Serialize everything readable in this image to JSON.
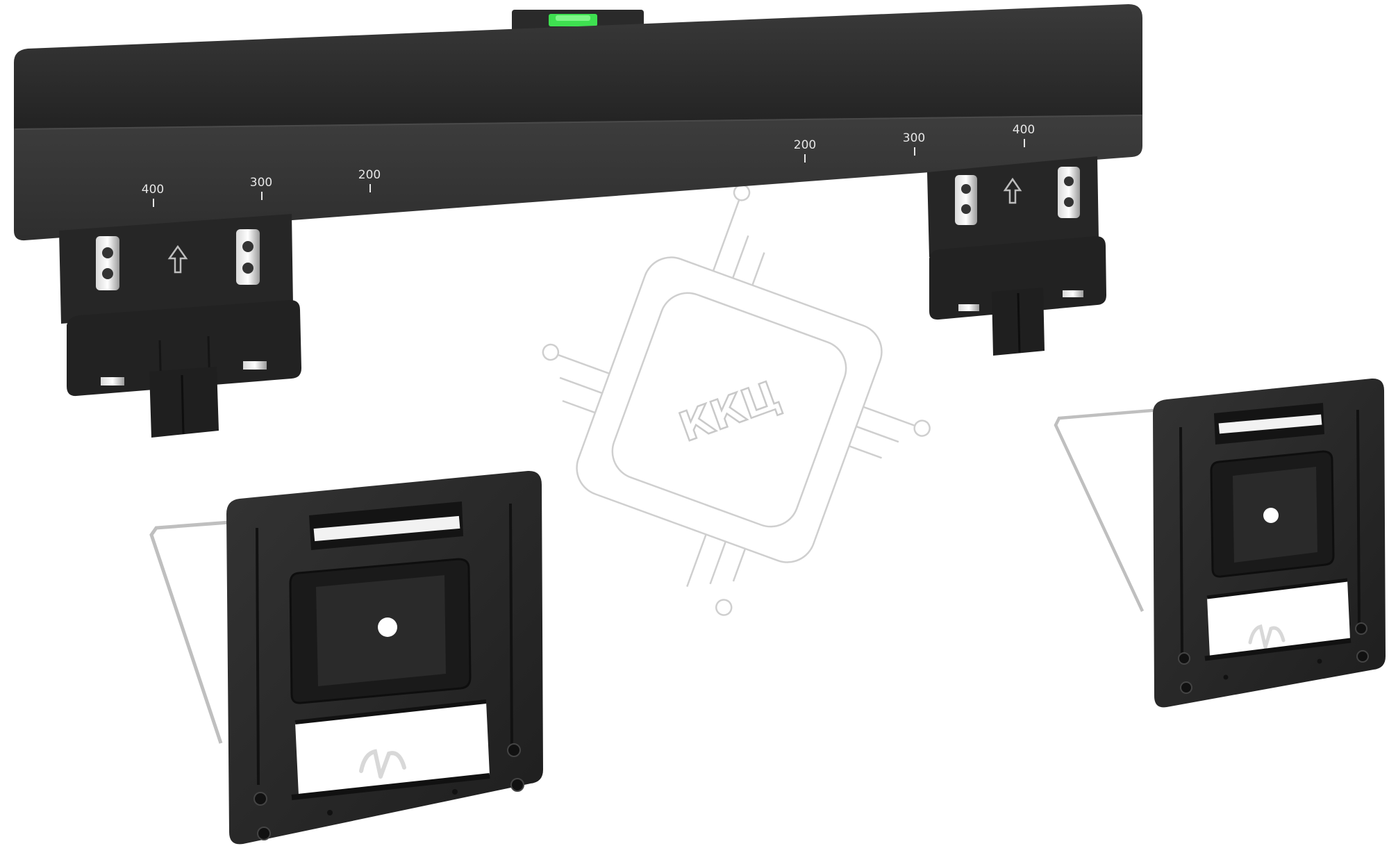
{
  "product": {
    "rail": {
      "left_scale": [
        "400",
        "300",
        "200"
      ],
      "right_scale": [
        "200",
        "300",
        "400"
      ],
      "level_color": "#3ee050",
      "body_color": "#2b2b2b"
    },
    "arrow_icon": "arrow-up-icon"
  },
  "watermark": {
    "text": "ККЦ",
    "stroke_color": "#c9c9c9"
  }
}
